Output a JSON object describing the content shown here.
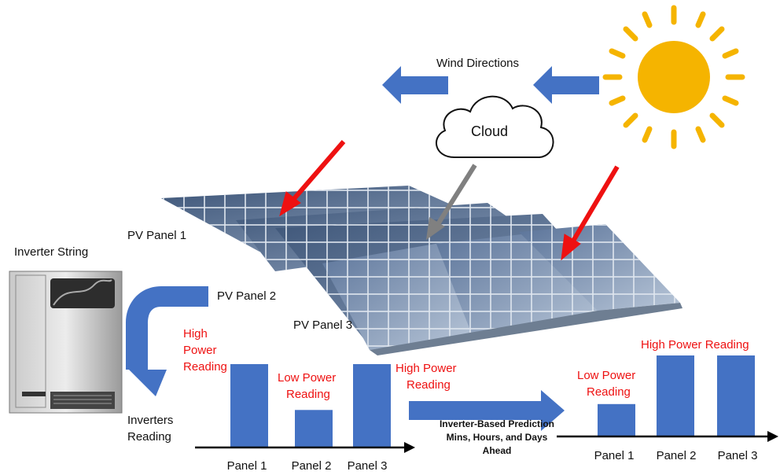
{
  "header": {
    "wind_label": "Wind Directions",
    "cloud_label": "Cloud"
  },
  "inverter": {
    "title": "Inverter String",
    "reading_line1": "Inverters",
    "reading_line2": "Reading"
  },
  "panels": {
    "panel1_label": "PV Panel 1",
    "panel2_label": "PV Panel 2",
    "panel3_label": "PV Panel 3"
  },
  "current_chart": {
    "high_left_line1": "High",
    "high_left_line2": "Power",
    "high_left_line3": "Reading",
    "low_line1": "Low Power",
    "low_line2": "Reading",
    "high_right_line1": "High Power",
    "high_right_line2": "Reading"
  },
  "prediction": {
    "line1": "Inverter-Based Prediction",
    "line2": "Mins, Hours, and Days",
    "line3": "Ahead"
  },
  "predicted_chart": {
    "low_line1": "Low Power",
    "low_line2": "Reading",
    "high_label": "High Power Reading"
  },
  "colors": {
    "accent_blue": "#4472c4",
    "warning_red": "#ee1111",
    "sun_yellow": "#f5b400",
    "cloud_arrow_gray": "#808080"
  },
  "chart_data": [
    {
      "type": "bar",
      "title": "",
      "categories": [
        "Panel 1",
        "Panel 2",
        "Panel 3"
      ],
      "values": [
        100,
        45,
        100
      ],
      "ylim": [
        0,
        100
      ]
    },
    {
      "type": "bar",
      "title": "",
      "categories": [
        "Panel 1",
        "Panel 2",
        "Panel 3"
      ],
      "values": [
        40,
        100,
        100
      ],
      "ylim": [
        0,
        100
      ]
    }
  ]
}
